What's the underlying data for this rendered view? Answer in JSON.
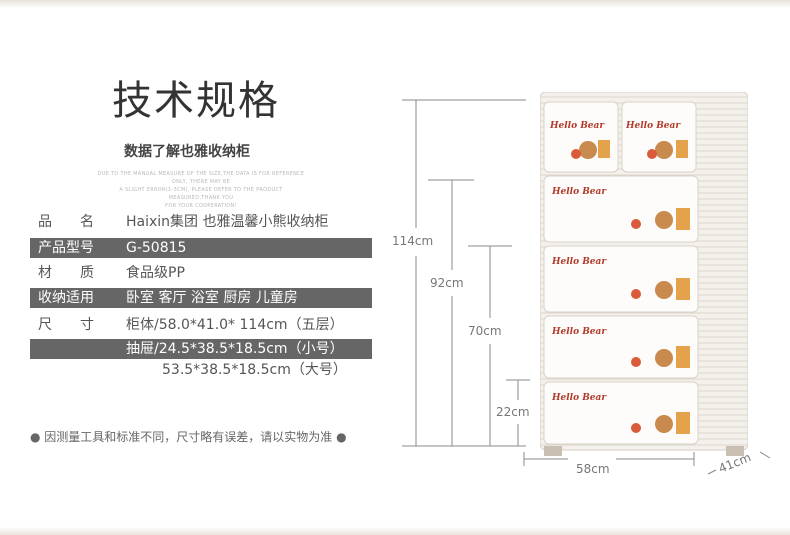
{
  "title": "技术规格",
  "subtitle": "数据了解也雅收纳柜",
  "fine_print": [
    "DUE TO THE MANUAL MEASURE OF THE SIZE,THE DATA IS FOR REFERENCE ONLY, THERE MAY BE",
    "A SLIGHT ERROR(1-3CM), PLEASE DEFER TO THE PRODUCT MEASURED,THANK YOU",
    "FOR YOUR COOPERATION!"
  ],
  "specs": [
    {
      "label": "品　　名",
      "value": "Haixin集团 也雅温馨小熊收纳柜",
      "style": "plain"
    },
    {
      "label": "产品型号",
      "value": "G-50815",
      "style": "dark"
    },
    {
      "label": "材　　质",
      "value": "食品级PP",
      "style": "plain"
    },
    {
      "label": "收纳适用",
      "value": "卧室 客厅 浴室 厨房 儿童房",
      "style": "dark"
    },
    {
      "label": "尺　　寸",
      "value": "柜体/58.0*41.0* 114cm（五层）",
      "style": "plain"
    },
    {
      "label": "",
      "value": "抽屉/24.5*38.5*18.5cm（小号）",
      "style": "dark"
    },
    {
      "label": "",
      "value": "53.5*38.5*18.5cm（大号）",
      "style": "plain"
    }
  ],
  "note": "● 因测量工具和标准不同，尺寸略有误差，请以实物为准 ●",
  "dimensions": {
    "total_height": "114cm",
    "height_4": "92cm",
    "height_3": "70cm",
    "height_1": "22cm",
    "width": "58cm",
    "depth": "41cm"
  },
  "drawer_label": "Hello Bear",
  "colors": {
    "dark_row": "#666666",
    "cabinet": "#f7f5f2",
    "accent_red": "#b23a2a"
  }
}
